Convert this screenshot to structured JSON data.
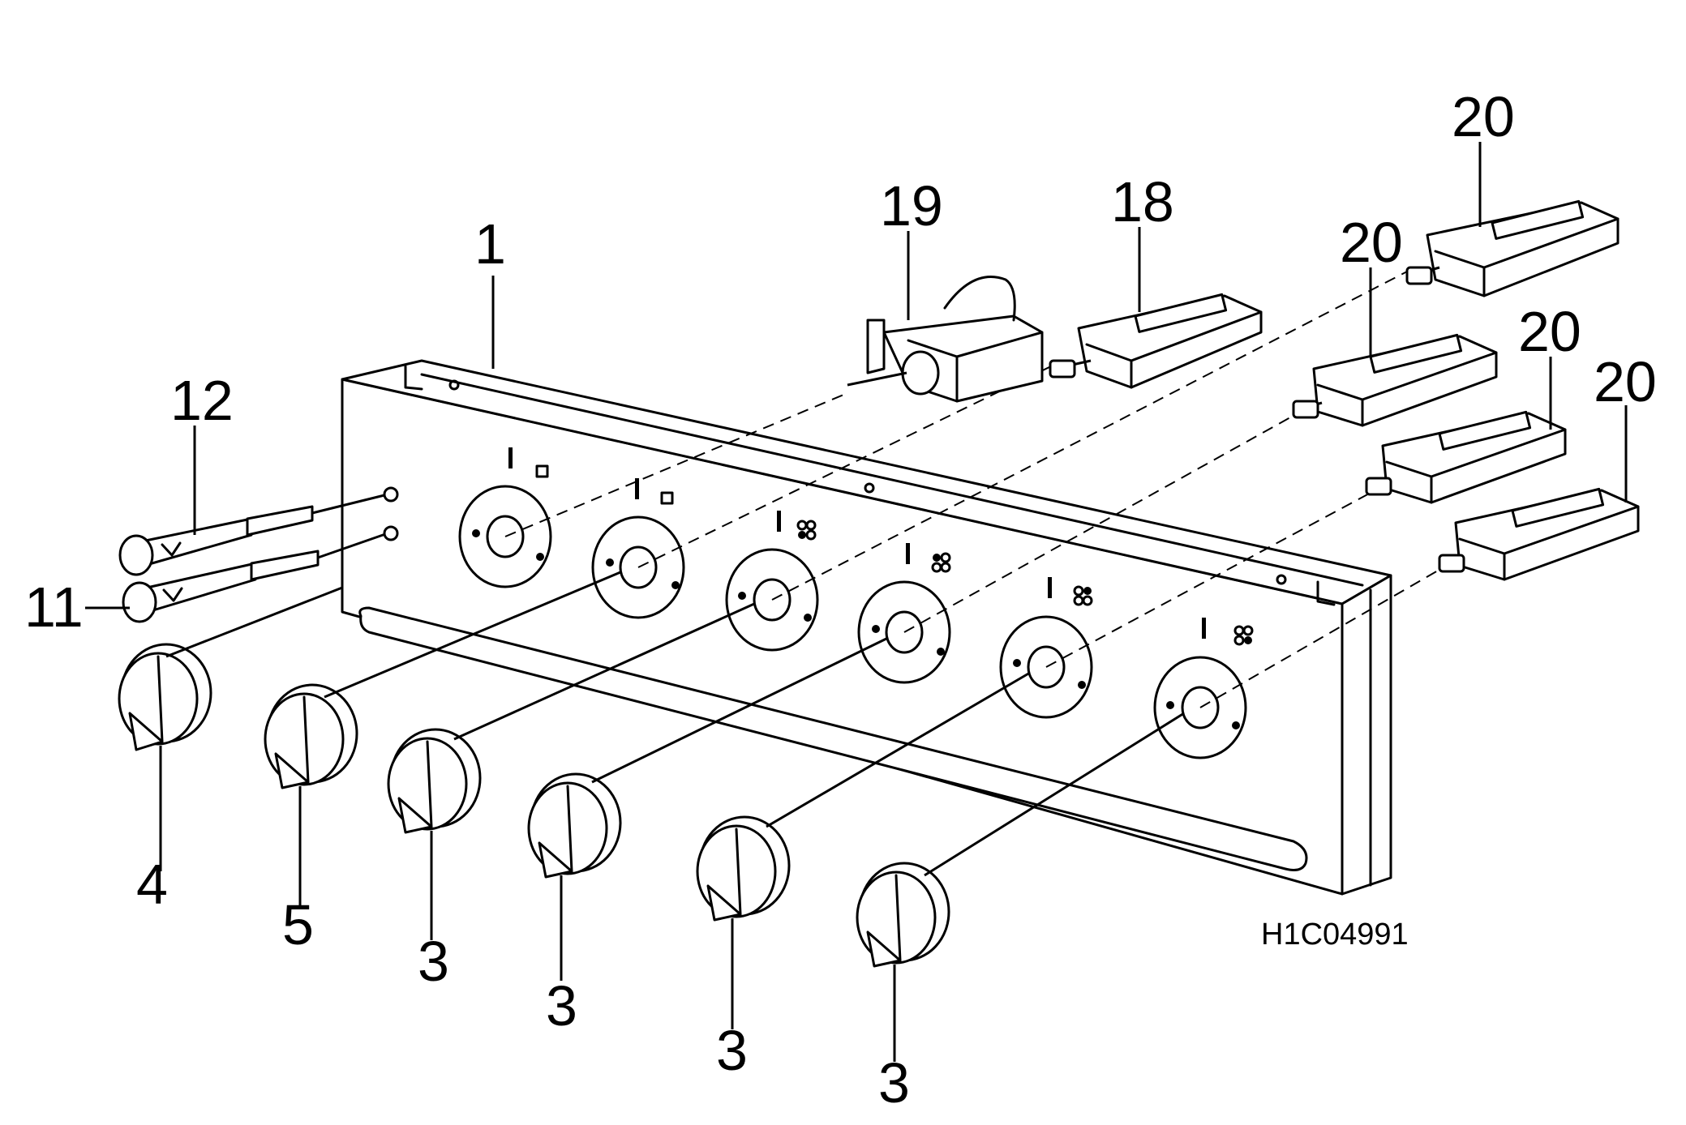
{
  "diagram": {
    "drawing_code": "H1C04991",
    "callouts": {
      "panel": "1",
      "knob_a": "4",
      "knob_b": "5",
      "knob_c": "3",
      "knob_d": "3",
      "knob_e": "3",
      "knob_f": "3",
      "indicator_lamp_a": "11",
      "indicator_lamp_b": "12",
      "switch_tap": "18",
      "selector_switch": "19",
      "burner_tap_a": "20",
      "burner_tap_b": "20",
      "burner_tap_c": "20",
      "burner_tap_d": "20"
    }
  }
}
